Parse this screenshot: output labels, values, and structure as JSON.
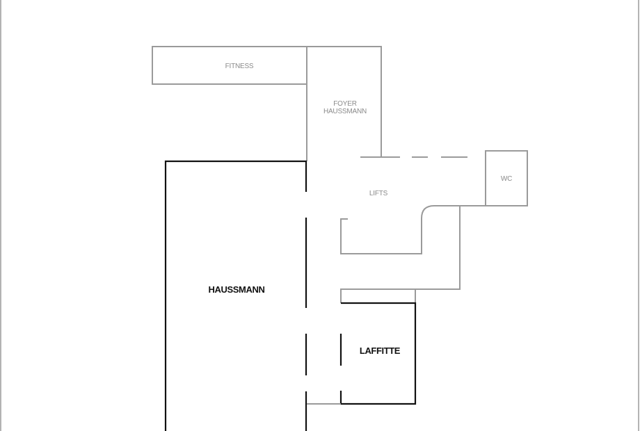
{
  "floor_plan": {
    "rooms": {
      "fitness": {
        "label": "FITNESS"
      },
      "foyer": {
        "label_line1": "FOYER",
        "label_line2": "HAUSSMANN"
      },
      "lifts": {
        "label": "LIFTS"
      },
      "wc": {
        "label": "WC"
      },
      "haussmann": {
        "label": "HAUSSMANN"
      },
      "laffitte": {
        "label": "LAFFITTE"
      }
    },
    "colors": {
      "primary_walls": "#111111",
      "secondary_walls": "#9a9a9a",
      "secondary_text": "#8a8a8a",
      "background": "#ffffff"
    }
  }
}
